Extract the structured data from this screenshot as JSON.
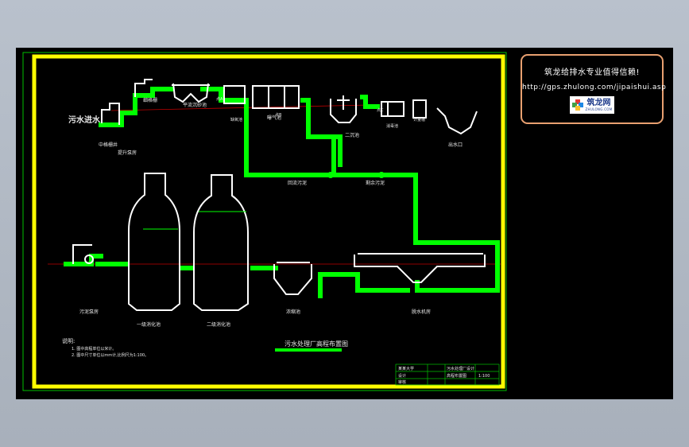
{
  "ad": {
    "line1": "筑龙给排水专业值得信赖!",
    "line2": "http://gps.zhulong.com/jipaishui.asp",
    "logo_text": "筑龙网",
    "logo_sub": "ZHULONG.COM"
  },
  "labels": {
    "inlet": "污水进水",
    "coarse_screen": "中格栅井",
    "lift_pump": "提升泵房",
    "fine_screen": "细格栅",
    "grit": "平流沉砂池",
    "anaerobic": "缺氧池",
    "aeration": "曝气池",
    "secondary": "二沉池",
    "disinfection": "消毒池",
    "meter": "计量槽",
    "outfall": "出水口",
    "sludge_return": "回流污泥",
    "excess_sludge": "剩余污泥",
    "sludge_pump": "污泥泵房",
    "digester1": "一级消化池",
    "digester2": "二级消化池",
    "thickener": "浓缩池",
    "dewater": "脱水机房",
    "point_a": "点A",
    "point_b": "点B",
    "point_c": "点C",
    "notes_title": "说明:",
    "note1": "1. 图中高程单位以米计。",
    "note2": "2. 图中尺寸单位以mm计,比例尺为1:100。",
    "drawing_title": "污水处理厂高程布置图"
  },
  "title_block": {
    "school": "某某大学",
    "project": "污水处理厂设计",
    "drawing": "高程布置图",
    "scale": "1:100",
    "designer": "设计",
    "checker": "审核"
  }
}
